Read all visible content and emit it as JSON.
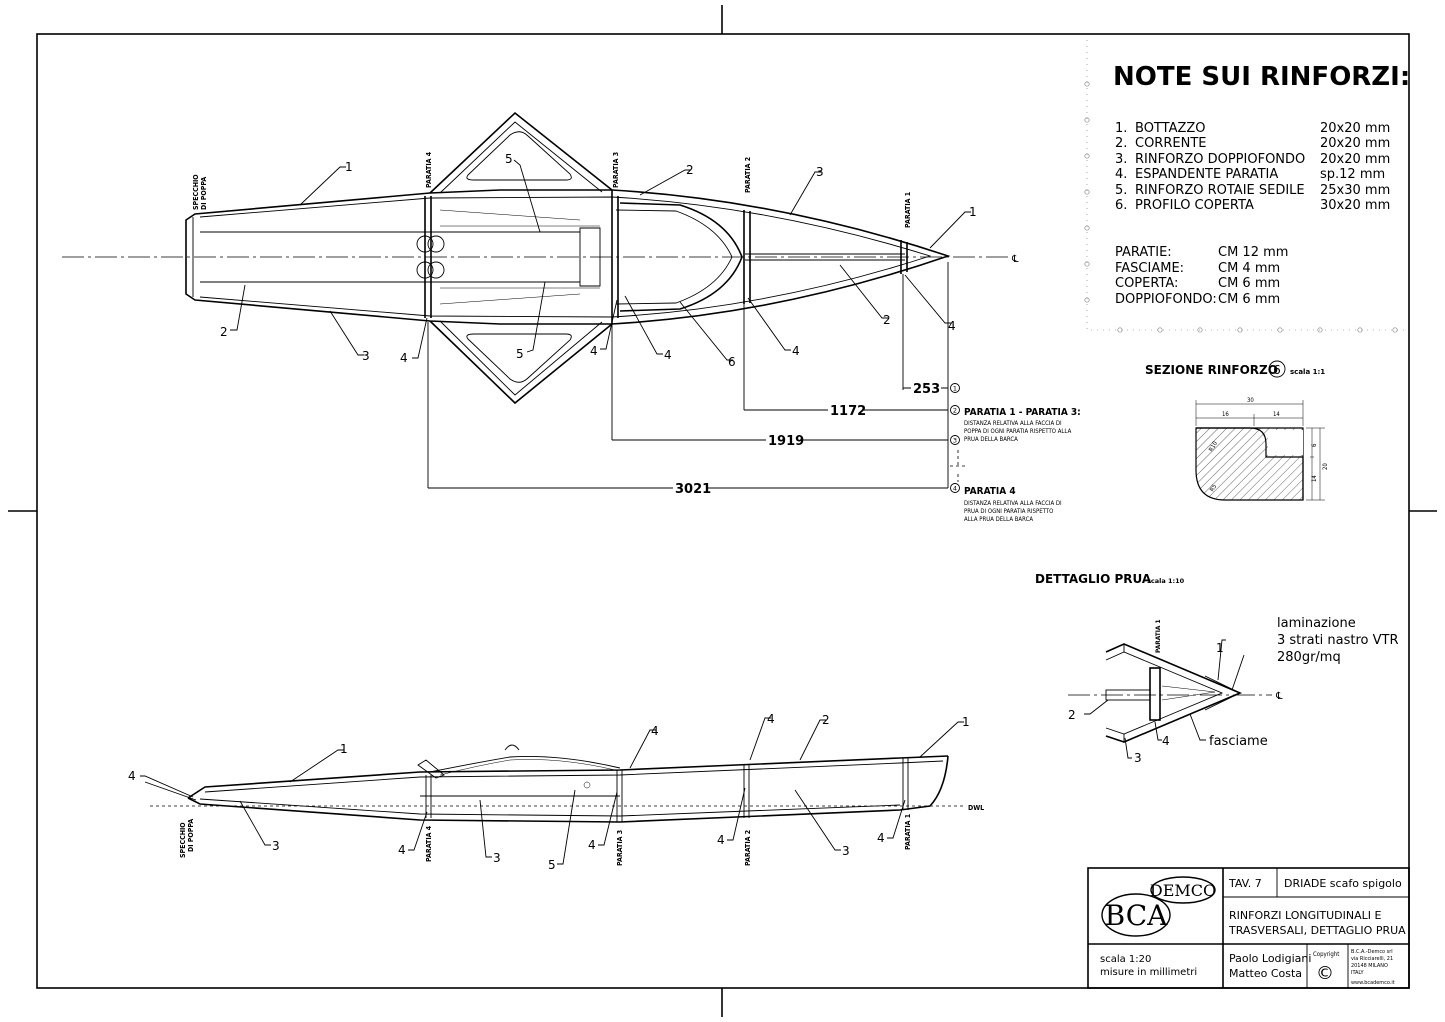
{
  "notes": {
    "title": "NOTE SUI RINFORZI:",
    "items": [
      {
        "num": "1.",
        "name": "BOTTAZZO",
        "size": "20x20 mm"
      },
      {
        "num": "2.",
        "name": "CORRENTE",
        "size": "20x20 mm"
      },
      {
        "num": "3.",
        "name": "RINFORZO DOPPIOFONDO",
        "size": "20x20 mm"
      },
      {
        "num": "4.",
        "name": "ESPANDENTE PARATIA",
        "size": "sp.12 mm"
      },
      {
        "num": "5.",
        "name": "RINFORZO ROTAIE SEDILE",
        "size": "25x30 mm"
      },
      {
        "num": "6.",
        "name": "PROFILO COPERTA",
        "size": "30x20 mm"
      }
    ],
    "materials": [
      {
        "name": "PARATIE:",
        "value": "CM 12 mm"
      },
      {
        "name": "FASCIAME:",
        "value": "CM 4 mm"
      },
      {
        "name": "COPERTA:",
        "value": "CM 6 mm"
      },
      {
        "name": "DOPPIOFONDO:",
        "value": "CM 6 mm"
      }
    ]
  },
  "section": {
    "title": "SEZIONE RINFORZO",
    "circle": "6",
    "scale": "scala 1:1",
    "dims": {
      "w30": "30",
      "w16": "16",
      "w14": "14",
      "h6": "6",
      "h14": "14",
      "h20": "20",
      "r10": "R10",
      "r5": "R5"
    }
  },
  "prua_detail": {
    "title": "DETTAGLIO PRUA",
    "scale": "scala 1:10",
    "lamination": [
      "laminazione",
      "3 strati nastro VTR",
      "280gr/mq"
    ],
    "fasciame": "fasciame",
    "paratia": "PARATIA 1",
    "callouts": [
      "1",
      "2",
      "3",
      "4"
    ]
  },
  "plan": {
    "specchio": [
      "SPECCHIO",
      "DI POPPA"
    ],
    "paratie": [
      "PARATIA 4",
      "PARATIA 3",
      "PARATIA 2",
      "PARATIA 1"
    ],
    "callouts": {
      "c1a": "1",
      "c1b": "1",
      "c2a": "2",
      "c2b": "2",
      "c2c": "2",
      "c3a": "3",
      "c3b": "3",
      "c4a": "4",
      "c4b": "4",
      "c4c": "4",
      "c4d": "4",
      "c4e": "4",
      "c5a": "5",
      "c5b": "5",
      "c6": "6"
    },
    "dims": [
      "253",
      "1172",
      "1919",
      "3021"
    ],
    "dim_circles": [
      "1",
      "2",
      "3",
      "4"
    ],
    "note_a_title": "PARATIA 1 - PARATIA 3:",
    "note_a_lines": [
      "DISTANZA RELATIVA ALLA FACCIA DI",
      "POPPA DI OGNI PARATIA RISPETTO ALLA",
      "PRUA DELLA BARCA"
    ],
    "note_b_title": "PARATIA 4",
    "note_b_lines": [
      "DISTANZA RELATIVA ALLA FACCIA DI",
      "PRUA DI OGNI PARATIA RISPETTO",
      "ALLA PRUA DELLA BARCA"
    ]
  },
  "side": {
    "dwl": "DWL",
    "specchio": [
      "SPECCHIO",
      "DI POPPA"
    ],
    "paratie": [
      "PARATIA 4",
      "PARATIA 3",
      "PARATIA 2",
      "PARATIA 1"
    ],
    "callouts": {
      "c1a": "1",
      "c1b": "1",
      "c2": "2",
      "c3a": "3",
      "c3b": "3",
      "c3c": "3",
      "c4a": "4",
      "c4b": "4",
      "c4c": "4",
      "c4d": "4",
      "c4e": "4",
      "c4f": "4",
      "c4g": "4",
      "c5": "5"
    }
  },
  "title_block": {
    "logo_demco": "DEMCO",
    "logo_bca": "BCA",
    "tav": "TAV. 7",
    "project": "DRIADE scafo spigolo",
    "description": [
      "RINFORZI LONGITUDINALI E",
      "TRASVERSALI, DETTAGLIO PRUA"
    ],
    "scale": "scala 1:20",
    "units": "misure in millimetri",
    "authors": [
      "Paolo Lodigiani",
      "Matteo Costa"
    ],
    "copyright": "Copyright",
    "copyright_symbol": "©",
    "company": [
      "B.C.A.-Demco srl",
      "via Ricciarelli, 21",
      "20148 MILANO",
      "ITALY"
    ],
    "website": "www.bcademco.it"
  }
}
